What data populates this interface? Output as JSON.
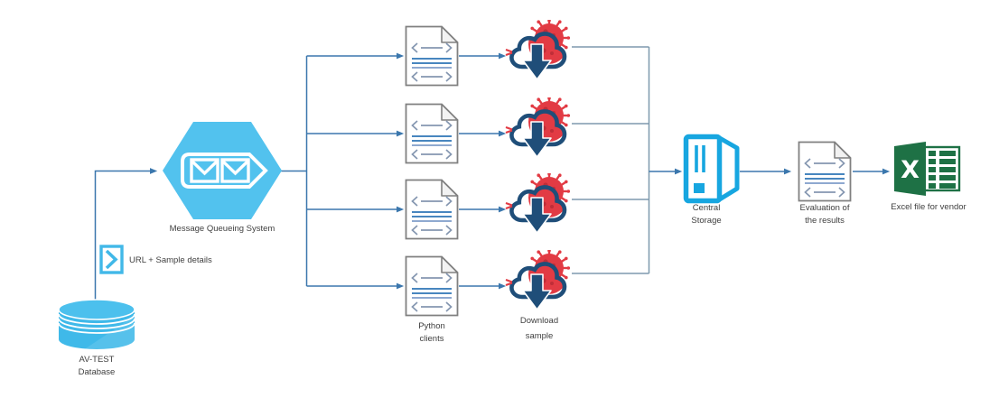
{
  "diagram": {
    "nodes": {
      "database": {
        "icon": "database-cylinder-icon",
        "lines": [
          "AV-TEST",
          "Database"
        ]
      },
      "url_note": {
        "icon": "send-message-icon",
        "label": "URL + Sample details"
      },
      "queue": {
        "icon": "message-queue-hexagon-icon",
        "label": "Message Queueing System"
      },
      "python": {
        "icon": "code-document-icon",
        "count": 4,
        "lines": [
          "Python",
          "clients"
        ]
      },
      "download": {
        "icon": "cloud-download-virus-icon",
        "count": 4,
        "lines": [
          "Download",
          "sample"
        ]
      },
      "storage": {
        "icon": "server-tower-icon",
        "lines": [
          "Central",
          "Storage"
        ]
      },
      "evaluation": {
        "icon": "code-document-icon",
        "lines": [
          "Evaluation of",
          "the results"
        ]
      },
      "excel": {
        "icon": "excel-workbook-icon",
        "label": "Excel file for vendor"
      }
    },
    "colors": {
      "light_blue": "#4FC0EC",
      "cyan": "#17A6E0",
      "navy": "#1F4E79",
      "red": "#E23B44",
      "red_dark": "#BF2E38",
      "green": "#1E7145",
      "connector_blue": "#3B77AD",
      "connector_gray": "#7E99AD",
      "document_outline": "#808080",
      "code_glyph": "#8496B0",
      "text": "#3F3F3F"
    }
  }
}
